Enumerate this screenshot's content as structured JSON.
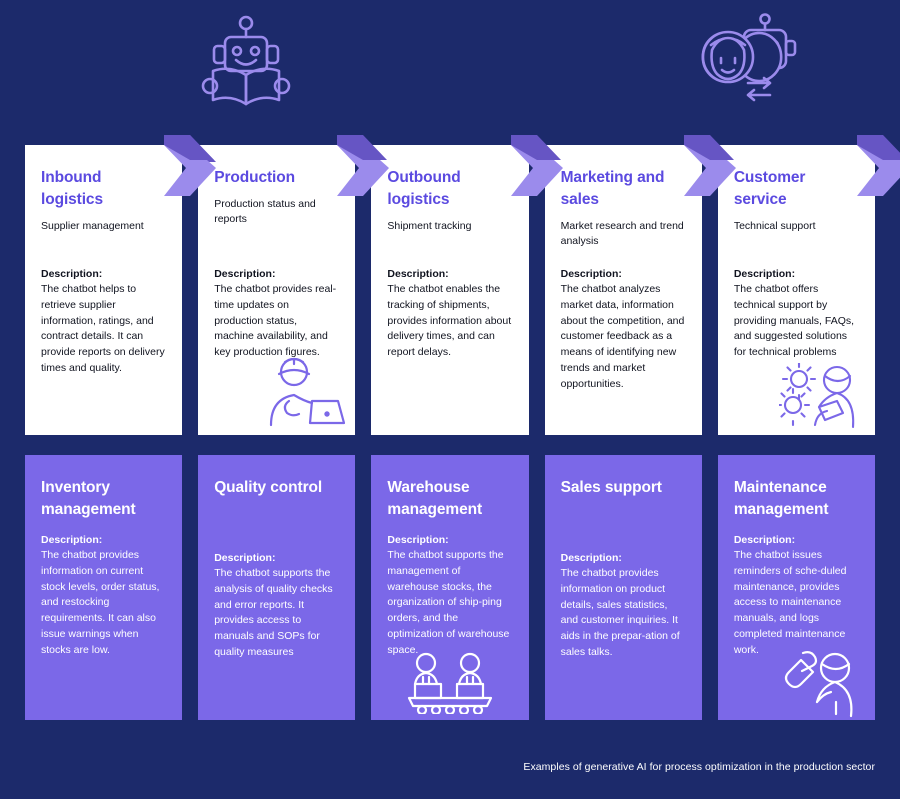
{
  "background_color": "#1c2a6b",
  "accent_purple": "#7b68e8",
  "accent_purple_light": "#9b8bec",
  "accent_purple_dark": "#6655c4",
  "heading_purple": "#5b4ae0",
  "icons": {
    "top_left": "robot-reading-book-icon",
    "top_right": "human-robot-conversation-icon"
  },
  "top_row": [
    {
      "title": "Inbound\nlogistics",
      "subtitle": "Supplier management",
      "desc_label": "Description:",
      "desc_text": "The chatbot helps to retrieve supplier information, ratings, and contract details. It can provide reports on delivery times and quality.",
      "illustration": null
    },
    {
      "title": "Production",
      "subtitle": "Production status\nand reports",
      "desc_label": "Description:",
      "desc_text": "The chatbot provides real-time updates on production status, machine availability, and key production figures.",
      "illustration": "worker-with-laptop-icon"
    },
    {
      "title": "Outbound\nlogistics",
      "subtitle": "Shipment tracking",
      "desc_label": "Description:",
      "desc_text": "The chatbot enables the tracking of shipments, provides information about delivery times, and can report delays.",
      "illustration": null
    },
    {
      "title": "Marketing\nand sales",
      "subtitle": "Market research and\ntrend analysis",
      "desc_label": "Description:",
      "desc_text": "The chatbot analyzes market data, information about the competition, and customer feedback as a means of identifying new trends and market opportunities.",
      "illustration": null
    },
    {
      "title": "Customer\nservice",
      "subtitle": "Technical support",
      "desc_label": "Description:",
      "desc_text": "The chatbot offers technical support by providing manuals, FAQs, and suggested solutions for technical problems",
      "illustration": "gears-support-agent-icon"
    }
  ],
  "bottom_row": [
    {
      "title": "Inventory\nmanagement",
      "desc_label": "Description:",
      "desc_text": "The chatbot provides information on current stock levels, order status, and restocking requirements. It can also issue warnings when stocks are low.",
      "illustration": null
    },
    {
      "title": "Quality control",
      "desc_label": "Description:",
      "desc_text": "The chatbot supports the analysis of quality checks and error reports. It provides access to manuals and SOPs for quality measures",
      "illustration": null
    },
    {
      "title": "Warehouse\nmanagement",
      "desc_label": "Description:",
      "desc_text": "The chatbot supports the management of warehouse stocks, the organization of ship-ping orders, and the optimization of warehouse space.",
      "illustration": "conveyor-belt-workers-icon"
    },
    {
      "title": "Sales support",
      "desc_label": "Description:",
      "desc_text": "The chatbot provides information on product details, sales statistics, and customer inquiries. It aids in the prepar-ation of sales talks.",
      "illustration": null
    },
    {
      "title": "Maintenance\nmanagement",
      "desc_label": "Description:",
      "desc_text": "The chatbot issues reminders of sche-duled maintenance, provides access to maintenance manuals, and logs completed maintenance work.",
      "illustration": "technician-wrench-icon"
    }
  ],
  "footer": {
    "caption": "Examples of generative AI for process optimization in the production sector"
  }
}
